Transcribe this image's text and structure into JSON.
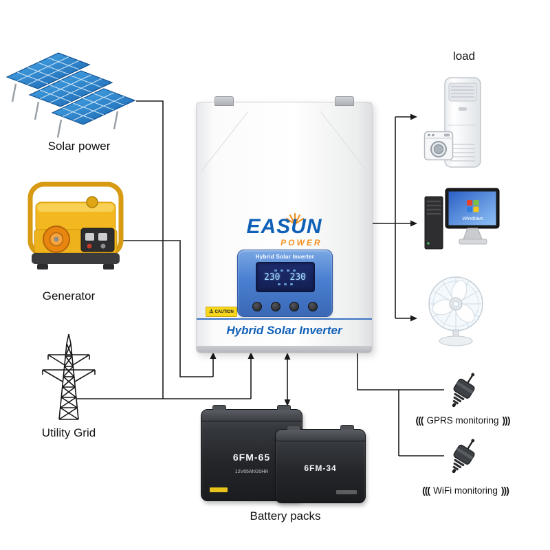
{
  "diagram": {
    "solar_label": "Solar power",
    "generator_label": "Generator",
    "grid_label": "Utility Grid",
    "load_label": "load",
    "battery_label": "Battery packs"
  },
  "monitoring": {
    "gprs_label": "GPRS monitoring",
    "wifi_label": "WiFi monitoring",
    "waves_left": "(((",
    "waves_right": ")))"
  },
  "inverter": {
    "brand": "EASUN",
    "brand_sub": "POWER",
    "panel_title": "Hybrid Solar Inverter",
    "lcd_left": "230",
    "lcd_right": "230",
    "caution_label": "CAUTION",
    "product_name": "Hybrid Solar Inverter"
  },
  "batteries": {
    "left_model": "6FM-65",
    "left_spec": "12V65Ah/20HR",
    "right_model": "6FM-34"
  },
  "computer": {
    "screen_text": "Windows"
  },
  "icons": {
    "warning": "⚠"
  },
  "colors": {
    "brand_blue": "#1060b8",
    "brand_orange": "#f2901e",
    "panel_blue": "#4a7fd0",
    "wire": "#1a1a1a"
  }
}
